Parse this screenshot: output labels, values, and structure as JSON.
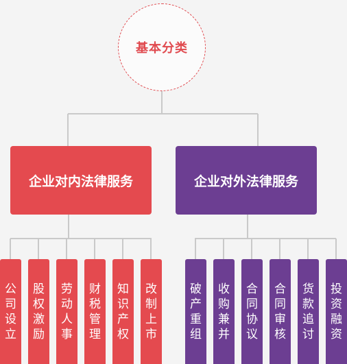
{
  "root": {
    "label": "基本分类"
  },
  "branches": [
    {
      "label": "企业对内法律服务",
      "color": "#e44a4f",
      "items": [
        "公司设立",
        "股权激励",
        "劳动人事",
        "财税管理",
        "知识产权",
        "改制上市"
      ]
    },
    {
      "label": "企业对外法律服务",
      "color": "#6c3e92",
      "items": [
        "破产重组",
        "收购兼并",
        "合同协议",
        "合同审核",
        "货款追讨",
        "投资融资"
      ]
    }
  ],
  "connector_color": "#c9c9c9"
}
